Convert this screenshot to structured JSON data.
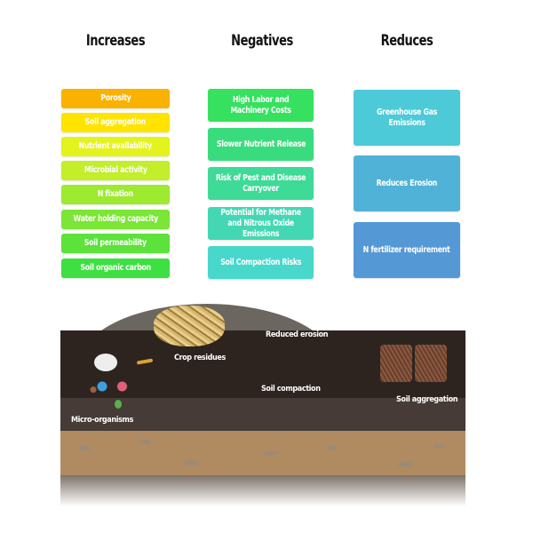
{
  "columns": [
    {
      "heading": "Increases",
      "items": [
        {
          "label": "Porosity",
          "color": "#F9B200"
        },
        {
          "label": "Soil aggregation",
          "color": "#FFE400"
        },
        {
          "label": "Nutrient availability",
          "color": "#E3F31C"
        },
        {
          "label": "Microbial activity",
          "color": "#C3EE2A"
        },
        {
          "label": "N fixation",
          "color": "#9DEA31"
        },
        {
          "label": "Water holding capacity",
          "color": "#7BE636"
        },
        {
          "label": "Soil permeability",
          "color": "#5CE23B"
        },
        {
          "label": "Soil organic carbon",
          "color": "#3EE041"
        }
      ]
    },
    {
      "heading": "Negatives",
      "items": [
        {
          "label": "High Labor and Machinery Costs",
          "color": "#35E15E"
        },
        {
          "label": "Slower Nutrient Release",
          "color": "#39DC7C"
        },
        {
          "label": "Risk of Pest and Disease Carryover",
          "color": "#3EDA98"
        },
        {
          "label": "Potential for Methane and Nitrous Oxide Emissions",
          "color": "#43D8B3"
        },
        {
          "label": "Soil Compaction Risks",
          "color": "#47D8CB"
        }
      ]
    },
    {
      "heading": "Reduces",
      "items": [
        {
          "label": "Greenhouse Gas Emissions",
          "color": "#4CCAD8"
        },
        {
          "label": "Reduces Erosion",
          "color": "#50B2D6"
        },
        {
          "label": "N fertilizer requirement",
          "color": "#5598D6"
        }
      ]
    }
  ],
  "soil_diagram": {
    "labels": {
      "reduced_erosion": "Reduced erosion",
      "crop_residues": "Crop residues",
      "soil_compaction": "Soil compaction",
      "soil_aggregation": "Soil aggregation",
      "micro_organisms": "Micro-organisms"
    }
  }
}
